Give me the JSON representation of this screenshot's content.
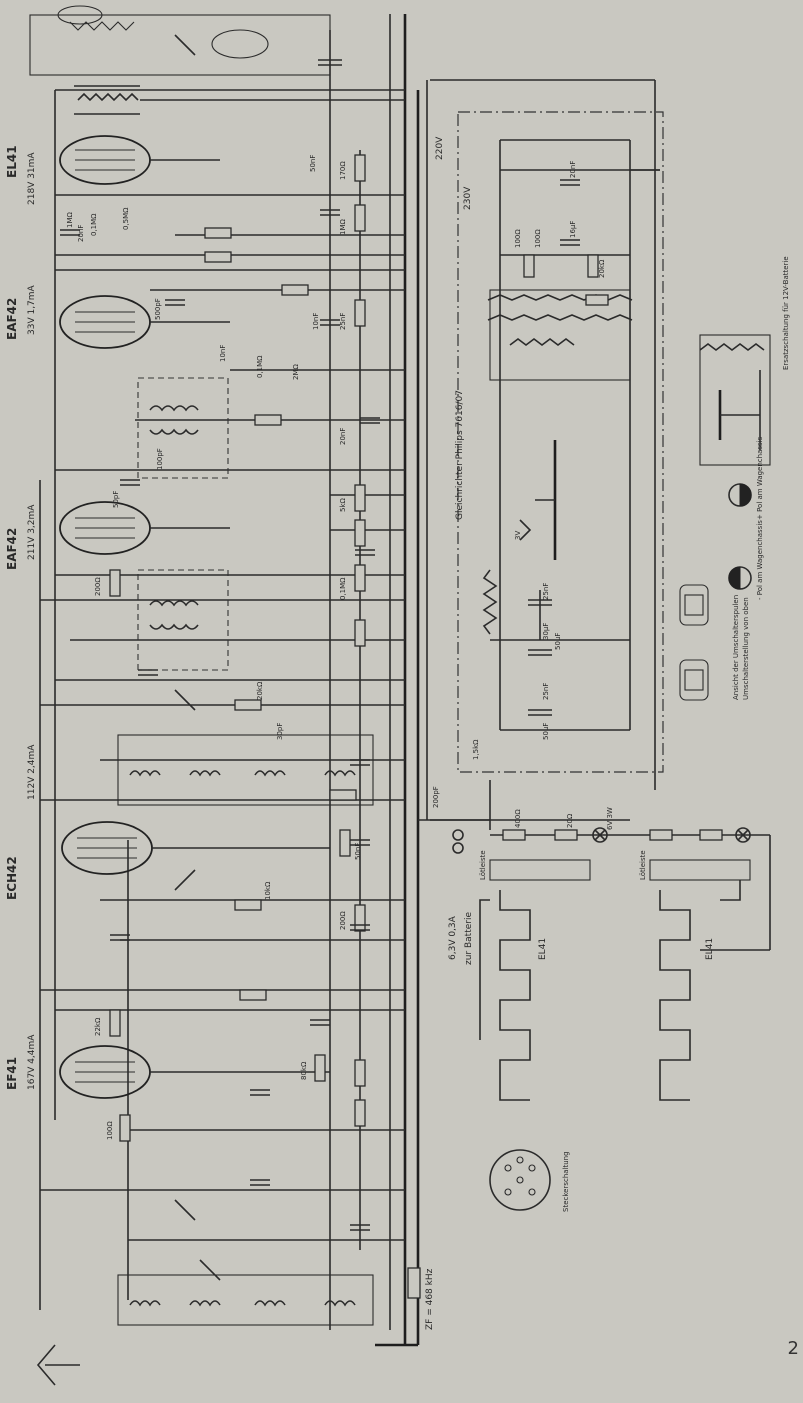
{
  "tubes": [
    {
      "id": "EL41",
      "label": "EL41",
      "note": "218V 31mA"
    },
    {
      "id": "EAF42a",
      "label": "EAF42",
      "note": "33V 1,7mA"
    },
    {
      "id": "EAF42b",
      "label": "EAF42",
      "note": "211V 3,2mA"
    },
    {
      "id": "ECH42",
      "label": "ECH42",
      "note": "112V 2,4mA"
    },
    {
      "id": "EF41",
      "label": "EF41",
      "note": "167V 4,4mA"
    }
  ],
  "rectifier_label": "Gleichrichter Philips 7616/07",
  "aux_labels": {
    "battery": "zur Batterie",
    "battery_spec": "6,3V 0,3A",
    "zf": "ZF = 468 kHz",
    "socket_left": "Lötleiste",
    "socket_right": "Lötleiste",
    "socket_tube_left": "EL41",
    "socket_tube_right": "EL41",
    "plug_caption": "Steckerschaltung",
    "legend_1": "Ansicht der Umschalterspulen",
    "legend_2": "Umschalterstellung von oben",
    "pole_1": "+ Pol am Wagenchassis",
    "pole_2": "- Pol am Wagenchassis",
    "ersatz": "Ersatzschaltung für 12V-Batterie",
    "hv_label": "220V",
    "hv_label2": "230V",
    "lamp_volt": "6V 3W"
  },
  "component_values": [
    "1MΩ",
    "20nF",
    "0,1MΩ",
    "0,5MΩ",
    "50nF",
    "170Ω",
    "1MΩ",
    "25nF",
    "10nF",
    "500pF",
    "0,1MΩ",
    "2MΩ",
    "10nF",
    "5kΩ",
    "20nF",
    "50pF",
    "100pF",
    "200Ω",
    "20kΩ",
    "0,1MΩ",
    "30pF",
    "50nF",
    "10kΩ",
    "200Ω",
    "22kΩ",
    "80kΩ",
    "100Ω",
    "400Ω",
    "20Ω",
    "200pF",
    "25nF",
    "100Ω",
    "20nF",
    "20kΩ",
    "16µF",
    "100Ω",
    "30µF",
    "25nF",
    "50µF",
    "50µF",
    "1,5kΩ",
    "3V"
  ],
  "page_number": "2"
}
